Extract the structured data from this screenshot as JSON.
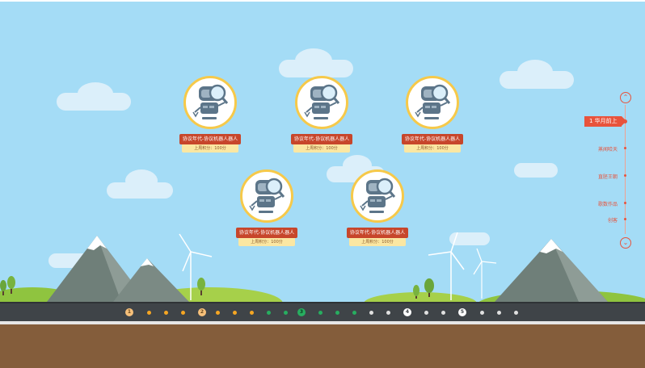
{
  "cards": [
    {
      "title": "协议年代-协议机器人器人",
      "score": "上周积分：100分",
      "icon": "robot-magnifier-icon"
    },
    {
      "title": "协议年代-协议机器人器人",
      "score": "上周积分：100分",
      "icon": "robot-magnifier-icon"
    },
    {
      "title": "协议年代-协议机器人器人",
      "score": "上周积分：100分",
      "icon": "robot-magnifier-icon"
    },
    {
      "title": "协议年代-协议机器人器人",
      "score": "上周积分：100分",
      "icon": "robot-magnifier-icon"
    },
    {
      "title": "协议年代-协议机器人器人",
      "score": "上周积分：100分",
      "icon": "robot-magnifier-icon"
    }
  ],
  "nav": {
    "active": "1 华月前上",
    "items": [
      "蒸闻哈天",
      "直胚王朝",
      "歌数作品",
      "创客"
    ],
    "up_icon": "chevron-up-icon",
    "down_icon": "chevron-down-icon"
  },
  "timeline": {
    "milestones": [
      "1",
      "2",
      "3",
      "4",
      "5"
    ]
  },
  "colors": {
    "sky": "#a4dcf6",
    "accent": "#e8533c",
    "card_title": "#c7462b",
    "badge_ring": "#f6c94a",
    "road": "#3f4448",
    "soil": "#845d3b"
  }
}
